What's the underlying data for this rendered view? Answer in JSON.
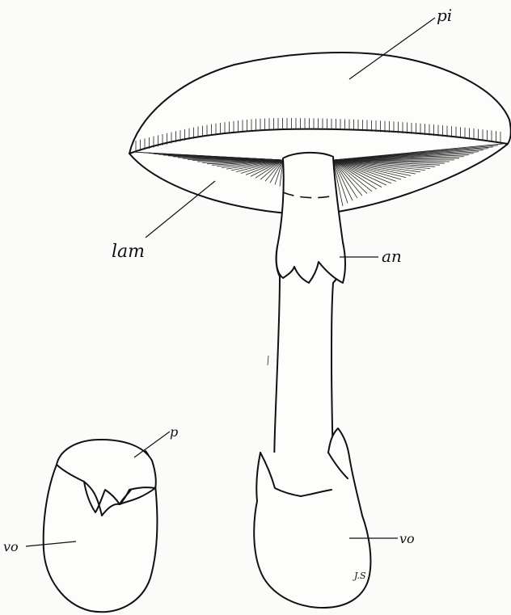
{
  "labels": {
    "pileus": "pi",
    "lamellae": "lam",
    "annulus": "an",
    "volva_right": "vo",
    "volva_left": "vo",
    "pileus_young": "p",
    "signature": "J.S"
  }
}
